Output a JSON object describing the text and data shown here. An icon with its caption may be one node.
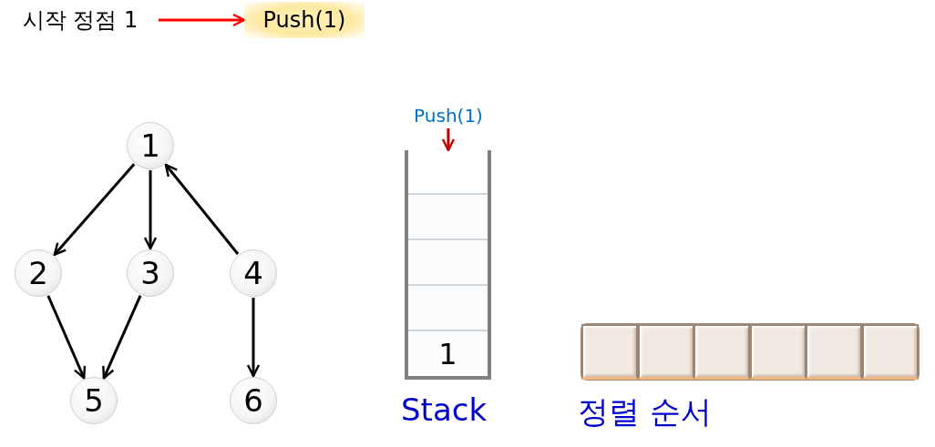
{
  "diagram": {
    "nodes": [
      {
        "text": [
          "시작 정점 1"
        ]
      },
      {
        "text": [
          "Push(1)"
        ]
      },
      {
        "text": [
          "1"
        ]
      },
      {
        "text": [
          "2"
        ]
      },
      {
        "text": [
          "3"
        ]
      },
      {
        "text": [
          "4"
        ]
      },
      {
        "text": [
          "5"
        ]
      },
      {
        "text": [
          "6"
        ]
      },
      {
        "text": [
          "Push(1)"
        ]
      },
      {
        "text": [],
        "shape": "box",
        "beside": [
          "Stack"
        ]
      },
      {
        "text": [],
        "shape": "box",
        "in": 9
      },
      {
        "text": [],
        "shape": "box",
        "in": 9
      },
      {
        "text": [],
        "shape": "box",
        "in": 9
      },
      {
        "text": [
          "1"
        ],
        "in": 9
      },
      {
        "text": [],
        "shape": "bar",
        "beside": [
          "정렬 순서"
        ]
      },
      {
        "text": [],
        "shape": "box",
        "in": 14
      },
      {
        "text": [],
        "shape": "box",
        "in": 14
      },
      {
        "text": [],
        "shape": "box",
        "in": 14
      },
      {
        "text": [],
        "shape": "box",
        "in": 14
      },
      {
        "text": [],
        "shape": "box",
        "in": 14
      },
      {
        "text": [],
        "shape": "box",
        "in": 14
      }
    ],
    "edges": [
      {
        "from": 0,
        "to": 1,
        "arrow": "to",
        "color": "#ff0000"
      },
      {
        "from": 2,
        "to": 3,
        "arrow": "to"
      },
      {
        "from": 2,
        "to": 4,
        "arrow": "to"
      },
      {
        "from": 5,
        "to": 2,
        "arrow": "to"
      },
      {
        "from": 3,
        "to": 6,
        "arrow": "to"
      },
      {
        "from": 4,
        "to": 6,
        "arrow": "to"
      },
      {
        "from": 5,
        "to": 7,
        "arrow": "to"
      },
      {
        "from": 8,
        "to": 9,
        "arrow": "to",
        "color": "#c00000"
      }
    ]
  }
}
